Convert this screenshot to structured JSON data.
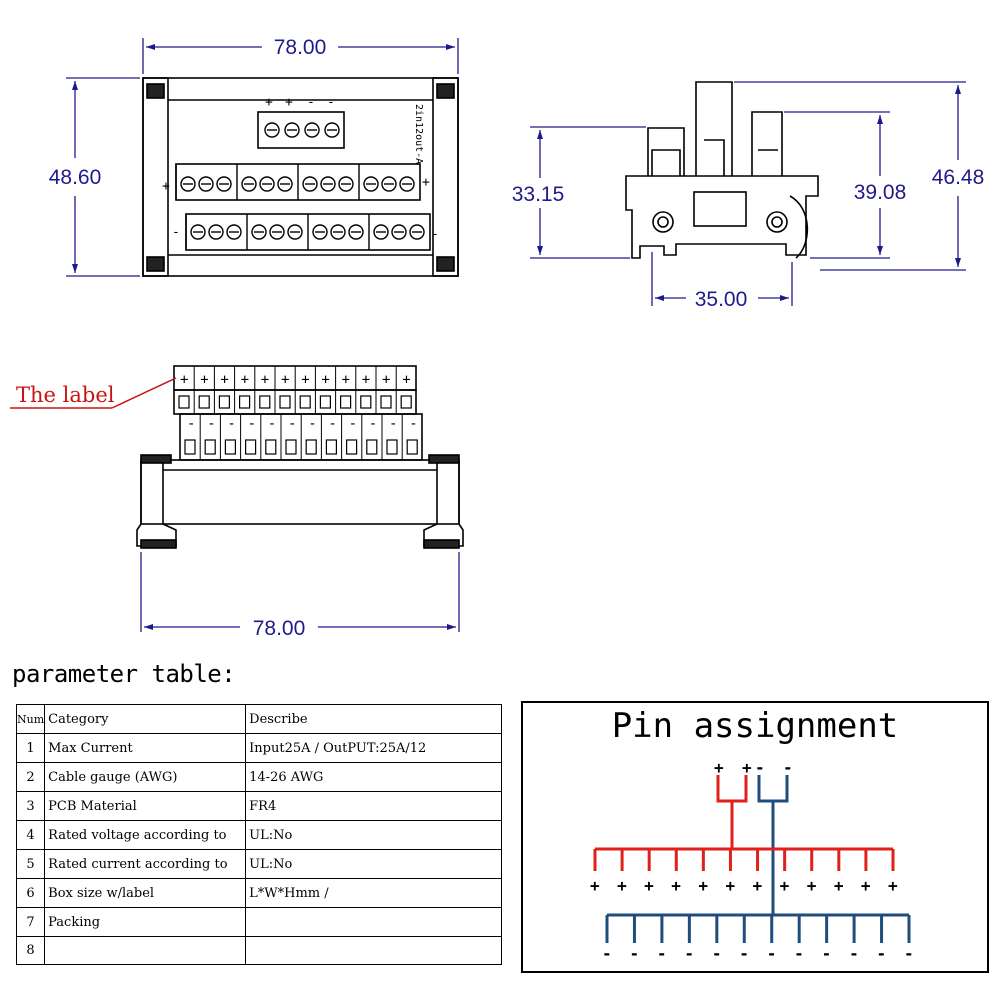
{
  "dimensions": {
    "top_width": "78.00",
    "top_height": "48.60",
    "side_height_left": "33.15",
    "side_height_mid": "39.08",
    "side_height_right": "46.48",
    "side_rail": "35.00",
    "front_width": "78.00"
  },
  "board_text": {
    "model": "2in12out-A",
    "plus": "+",
    "minus": "-"
  },
  "callout": {
    "label": "The label"
  },
  "parameter_table": {
    "heading": "parameter table:",
    "headers": {
      "num": "Num",
      "category": "Category",
      "describe": "Describe"
    },
    "rows": [
      {
        "num": "1",
        "category": "Max Current",
        "describe": "Input25A / OutPUT:25A/12"
      },
      {
        "num": "2",
        "category": "Cable gauge (AWG)",
        "describe": "14-26 AWG"
      },
      {
        "num": "3",
        "category": "PCB Material",
        "describe": "FR4"
      },
      {
        "num": "4",
        "category": "Rated voltage according to",
        "describe": "UL:No"
      },
      {
        "num": "5",
        "category": "Rated current according to",
        "describe": "UL:No"
      },
      {
        "num": "6",
        "category": "Box size w/label",
        "describe": "L*W*Hmm /"
      },
      {
        "num": "7",
        "category": "Packing",
        "describe": ""
      },
      {
        "num": "8",
        "category": "",
        "describe": ""
      }
    ]
  },
  "pin_assignment": {
    "title": "Pin assignment",
    "plus": "+",
    "minus": "-",
    "output_count": 12,
    "colors": {
      "positive": "#e0201a",
      "negative": "#1f4e7e"
    }
  },
  "colors": {
    "dimension": "#1f1a8c",
    "callout": "#c81414",
    "line": "#000000"
  }
}
